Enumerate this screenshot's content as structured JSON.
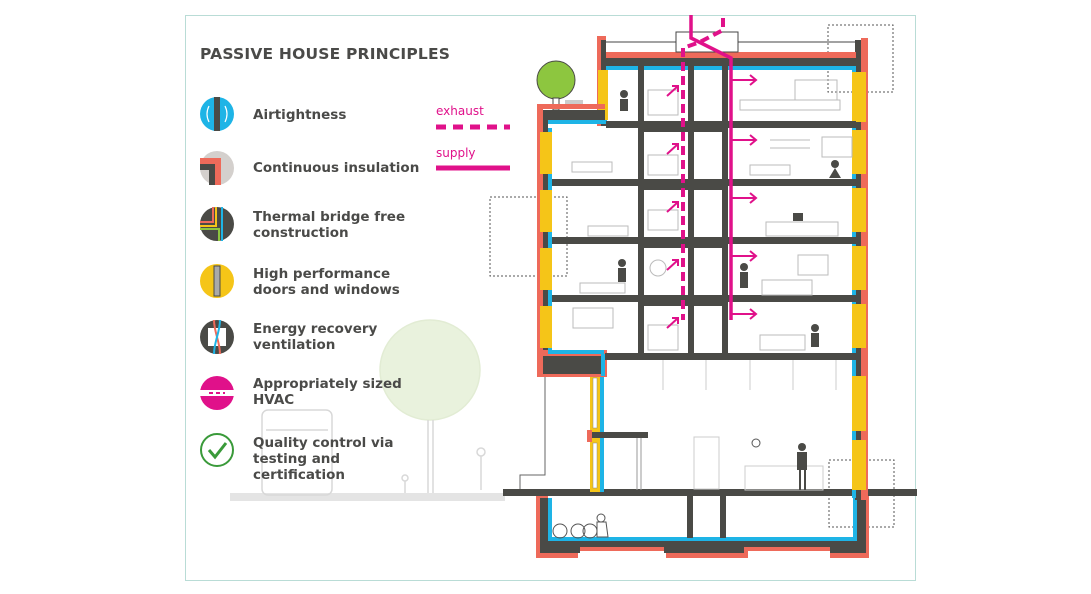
{
  "title": "PASSIVE HOUSE PRINCIPLES",
  "principles": [
    {
      "label": "Airtightness",
      "icon": "airtightness-icon"
    },
    {
      "label": "Continuous insulation",
      "icon": "insulation-icon"
    },
    {
      "label": "Thermal bridge free construction",
      "icon": "thermal-bridge-icon"
    },
    {
      "label": "High performance doors and windows",
      "icon": "window-icon"
    },
    {
      "label": "Energy recovery ventilation",
      "icon": "ventilation-icon"
    },
    {
      "label": "Appropriately sized HVAC",
      "icon": "hvac-icon"
    },
    {
      "label": "Quality control via testing and certification",
      "icon": "checkmark-icon"
    }
  ],
  "legend": {
    "exhaust": "exhaust",
    "supply": "supply"
  },
  "colors": {
    "airtight_blue": "#1eb4e6",
    "insulation_red": "#ee6a5a",
    "structure_dark": "#4a4a46",
    "window_yellow": "#f5c518",
    "ventilation_magenta": "#e0118a",
    "check_green": "#3a9a3a"
  }
}
